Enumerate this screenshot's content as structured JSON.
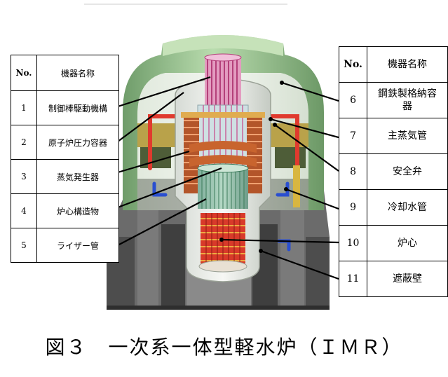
{
  "left_table": {
    "header_no": "No.",
    "header_name": "機器名称",
    "rows": [
      {
        "no": "1",
        "name": "制御棒駆動機構"
      },
      {
        "no": "2",
        "name": "原子炉圧力容器"
      },
      {
        "no": "3",
        "name": "蒸気発生器"
      },
      {
        "no": "4",
        "name": "炉心構造物"
      },
      {
        "no": "5",
        "name": "ライザー管"
      }
    ]
  },
  "right_table": {
    "header_no": "No.",
    "header_name": "機器名称",
    "rows": [
      {
        "no": "6",
        "name": "鋼鉄製格納容器"
      },
      {
        "no": "7",
        "name": "主蒸気管"
      },
      {
        "no": "8",
        "name": "安全弁"
      },
      {
        "no": "9",
        "name": "冷却水管"
      },
      {
        "no": "10",
        "name": "炉心"
      },
      {
        "no": "11",
        "name": "遮蔽壁"
      }
    ]
  },
  "caption": "図３　一次系一体型軽水炉（ＩＭＲ）",
  "colors": {
    "vessel_green": "#8fb88a",
    "dome_green": "#a9cf9c",
    "core_red": "#d83a2a",
    "steam_generator_orange": "#c8642e",
    "pipe_red": "#e03a2e",
    "pipe_blue": "#2a4fd0",
    "rod_pink": "#d36fa0",
    "shield_grey": "#5a5a5a"
  }
}
